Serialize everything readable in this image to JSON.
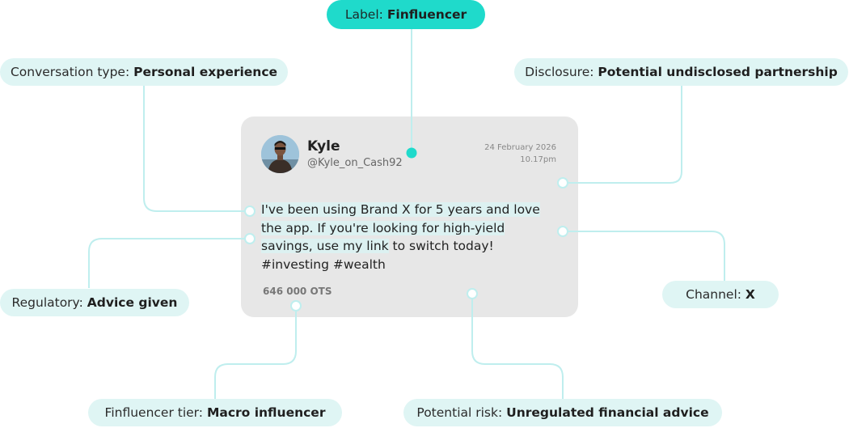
{
  "post": {
    "author_name": "Kyle",
    "author_handle": "@Kyle_on_Cash92",
    "date": "24 February 2026",
    "time": "10.17pm",
    "text_part1": "I've been using Brand X for 5 years and love",
    "text_part2": "the app. If you're looking for high-yield",
    "text_part3": "savings, use my link",
    "text_part4": " to switch today!",
    "text_part5": "#investing #wealth",
    "views": "646 000 OTS"
  },
  "labels": {
    "label": {
      "key": "Label:",
      "value": "Finfluencer"
    },
    "conversation_type": {
      "key": "Conversation type:",
      "value": "Personal experience"
    },
    "disclosure": {
      "key": "Disclosure:",
      "value": "Potential undisclosed partnership"
    },
    "regulatory": {
      "key": "Regulatory:",
      "value": "Advice given"
    },
    "channel": {
      "key": "Channel:",
      "value": "X"
    },
    "finfluencer_tier": {
      "key": "Finfluencer tier:",
      "value": "Macro influencer"
    },
    "potential_risk": {
      "key": "Potential risk:",
      "value": "Unregulated financial advice"
    }
  },
  "colors": {
    "accent": "#1fdacb",
    "pill_background": "#dff5f4",
    "connector": "#bfeeee",
    "card_background": "#e7e7e7"
  }
}
